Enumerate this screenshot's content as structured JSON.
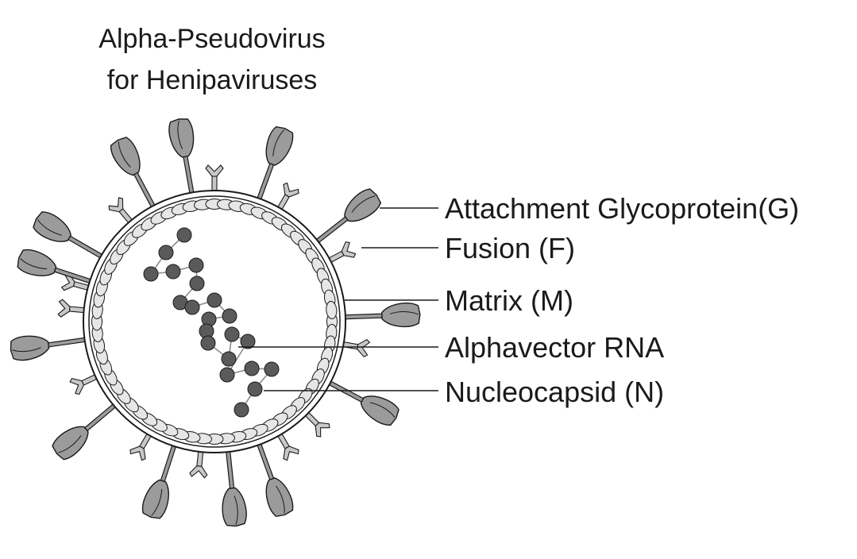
{
  "title": {
    "line1": "Alpha-Pseudovirus",
    "line2": "for Henipaviruses"
  },
  "labels": [
    {
      "key": "G",
      "text": "Attachment Glycoprotein(G)"
    },
    {
      "key": "F",
      "text": "Fusion (F)"
    },
    {
      "key": "M",
      "text": "Matrix (M)"
    },
    {
      "key": "RNA",
      "text": "Alphavector RNA"
    },
    {
      "key": "N",
      "text": "Nucleocapsid (N)"
    }
  ],
  "colors": {
    "line": "#1a1a1a",
    "glycoprotein_fill": "#9b9b9b",
    "fusion_fill": "#c8c8c8",
    "matrix_fill": "#e6e6e6",
    "nucleocapsid_fill": "#5a5a5a",
    "rna_line": "#8a8a8a"
  }
}
